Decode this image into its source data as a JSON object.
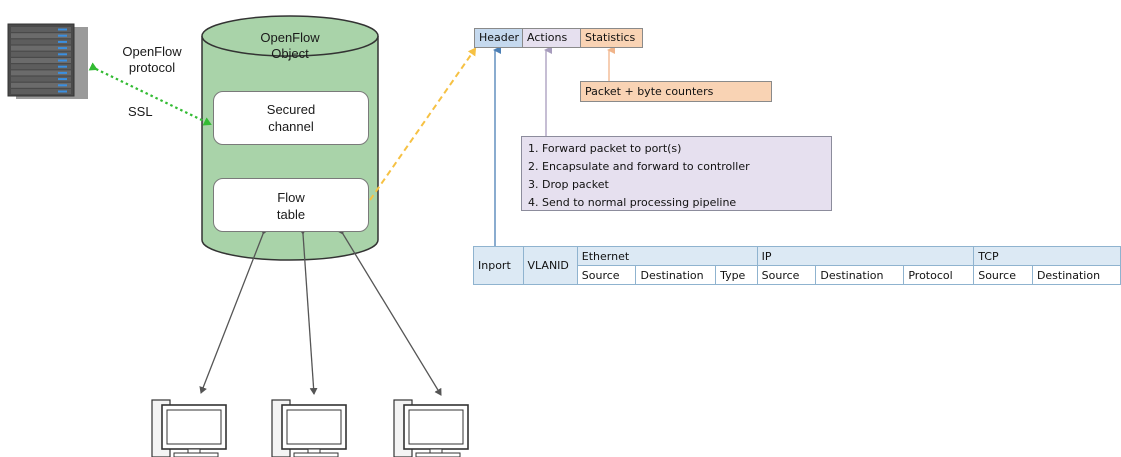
{
  "controller": {
    "protocol_label": "OpenFlow\nprotocol",
    "ssl_label": "SSL"
  },
  "switch": {
    "title": "OpenFlow\nObject",
    "secured_channel": "Secured\nchannel",
    "flow_table": "Flow\ntable"
  },
  "entry": {
    "header": "Header",
    "actions": "Actions",
    "statistics": "Statistics",
    "counters": "Packet + byte counters",
    "action_list": [
      "1. Forward packet to port(s)",
      "2. Encapsulate and forward to controller",
      "3. Drop packet",
      "4. Send to normal processing pipeline"
    ]
  },
  "match_table": {
    "inport": "Inport",
    "vlanid": "VLANID",
    "groups": [
      {
        "name": "Ethernet",
        "fields": [
          "Source",
          "Destination",
          "Type"
        ]
      },
      {
        "name": "IP",
        "fields": [
          "Source",
          "Destination",
          "Protocol"
        ]
      },
      {
        "name": "TCP",
        "fields": [
          "Source",
          "Destination"
        ]
      }
    ]
  },
  "colors": {
    "cylinder_fill": "#a9d3a9",
    "header_fill": "#c5d9ee",
    "actions_fill": "#e6e0ef",
    "statistics_fill": "#f9d3b4",
    "ssl_arrow": "#33bb33",
    "flow_arrow": "#f6c143"
  }
}
